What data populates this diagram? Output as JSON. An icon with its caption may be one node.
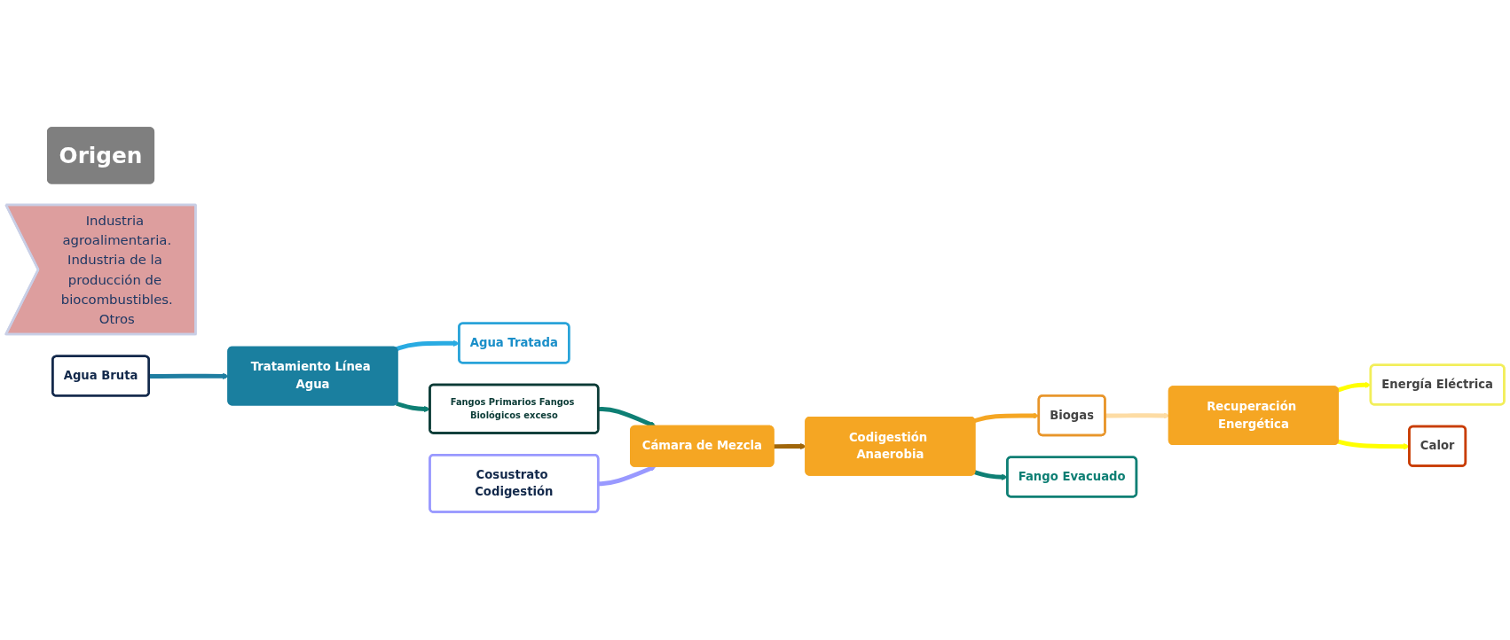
{
  "diagram": {
    "nodes": [
      {
        "text": [
          "Origen"
        ]
      },
      {
        "text": [
          "Industria agroalimentaria.",
          "Industria de la producción de biocombustibles.",
          "Otros"
        ]
      },
      {
        "text": [
          "Agua Bruta"
        ]
      },
      {
        "text": [
          "Tratamiento Línea Agua"
        ]
      },
      {
        "text": [
          "Agua Tratada"
        ]
      },
      {
        "text": [
          "Fangos Primarios Fangos Biológicos exceso"
        ]
      },
      {
        "text": [
          "Cosustrato Codigestión"
        ]
      },
      {
        "text": [
          "Cámara de Mezcla"
        ]
      },
      {
        "text": [
          "Codigestión Anaerobia"
        ]
      },
      {
        "text": [
          "Biogas"
        ]
      },
      {
        "text": [
          "Recuperación Energética"
        ]
      },
      {
        "text": [
          "Energía Eléctrica"
        ]
      },
      {
        "text": [
          "Calor"
        ]
      },
      {
        "text": [
          "Fango Evacuado"
        ]
      }
    ],
    "edges": [
      {
        "from": 2,
        "to": 3,
        "arrow": "to",
        "color": "#1f7ea1"
      },
      {
        "from": 3,
        "to": 4,
        "arrow": "to",
        "color": "#29abe2"
      },
      {
        "from": 3,
        "to": 5,
        "arrow": "to",
        "color": "#0e7f74"
      },
      {
        "from": 5,
        "to": 7,
        "arrow": "to",
        "color": "#0e7f74"
      },
      {
        "from": 6,
        "to": 7,
        "arrow": "to",
        "color": "#9999ff"
      },
      {
        "from": 7,
        "to": 8,
        "arrow": "to",
        "color": "#a0660a"
      },
      {
        "from": 8,
        "to": 9,
        "arrow": "to",
        "color": "#f5a623"
      },
      {
        "from": 9,
        "to": 10,
        "arrow": "to",
        "color": "#fddca4"
      },
      {
        "from": 10,
        "to": 11,
        "arrow": "to",
        "color": "#ffff00"
      },
      {
        "from": 10,
        "to": 12,
        "arrow": "to",
        "color": "#ffff00"
      },
      {
        "from": 8,
        "to": 13,
        "arrow": "to",
        "color": "#0e7f74"
      }
    ]
  }
}
